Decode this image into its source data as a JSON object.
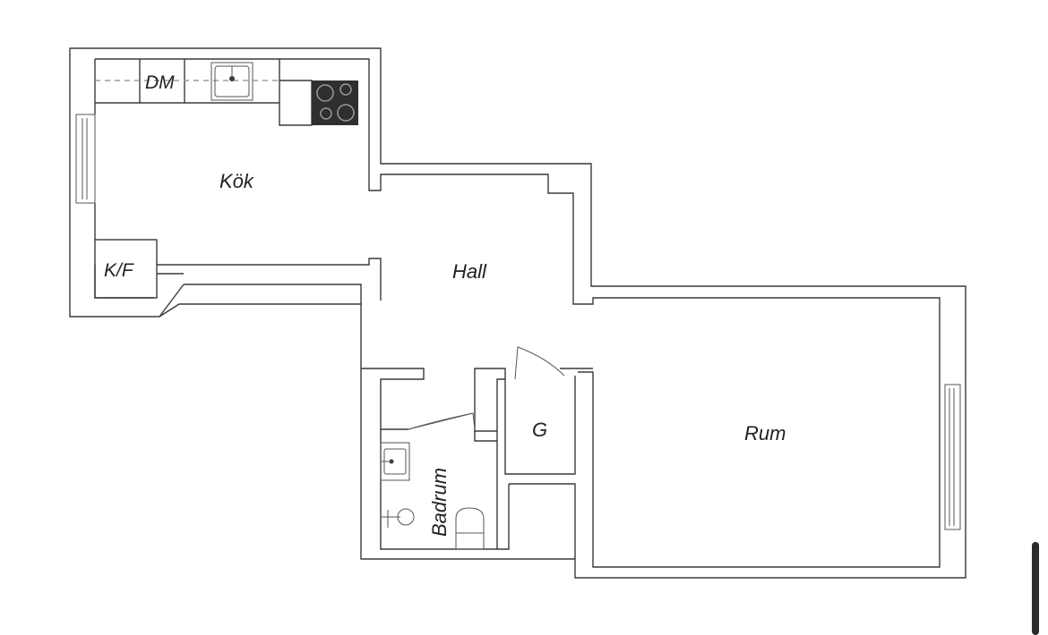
{
  "plan": {
    "rooms": {
      "kitchen": "Kök",
      "dishwasher": "DM",
      "fridge_freezer": "K/F",
      "hall": "Hall",
      "wardrobe": "G",
      "bathroom": "Badrum",
      "living_room": "Rum"
    }
  },
  "colors": {
    "walls": "#3a3a3a",
    "stove": "#2f2f2f",
    "background": "#ffffff"
  }
}
